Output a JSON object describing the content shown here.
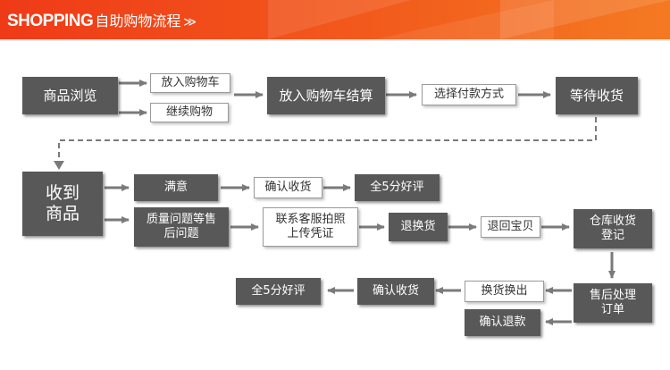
{
  "header": {
    "title_en": "SHOPPING",
    "title_cn": "自助购物流程",
    "title_arrow": "≫",
    "colors": {
      "gradient_start": "#ef3a18",
      "gradient_end": "#f47a22"
    }
  },
  "colors": {
    "dark_box": "#585858",
    "light_border": "#9a9a9a",
    "arrow": "#7a7a7a"
  },
  "nodes": {
    "browse": "商品浏览",
    "add_cart": "放入购物车",
    "continue_shop": "继续购物",
    "checkout": "放入购物车结算",
    "payment": "选择付款方式",
    "wait": "等待收货",
    "received_l1": "收到",
    "received_l2": "商品",
    "satisfied": "满意",
    "confirm1": "确认收货",
    "good1": "全5分好评",
    "issue_l1": "质量问题等售",
    "issue_l2": "后问题",
    "contact_l1": "联系客服拍照",
    "contact_l2": "上传凭证",
    "return_exchange": "退换货",
    "send_back": "退回宝贝",
    "warehouse_l1": "仓库收货",
    "warehouse_l2": "登记",
    "aftersale_l1": "售后处理",
    "aftersale_l2": "订单",
    "swap": "换货换出",
    "confirm2": "确认收货",
    "good2": "全5分好评",
    "refund": "确认退款"
  }
}
